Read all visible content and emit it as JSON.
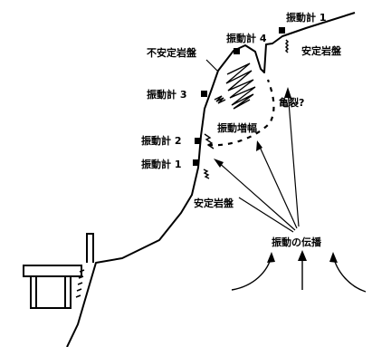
{
  "labels": {
    "vibrometer_1_top": "振動計 1",
    "stable_rock_right": "安定岩盤",
    "vibrometer_4": "振動計 4",
    "unstable_rock": "不安定岩盤",
    "vibrometer_3": "振動計 3",
    "crack": "亀裂?",
    "vibration_amplification": "振動増幅",
    "vibrometer_2": "振動計 2",
    "vibrometer_1_lower": "振動計 1",
    "stable_rock_lower": "安定岩盤",
    "vibration_propagation": "振動の伝播"
  },
  "colors": {
    "ink": "#000000",
    "background": "#ffffff"
  }
}
